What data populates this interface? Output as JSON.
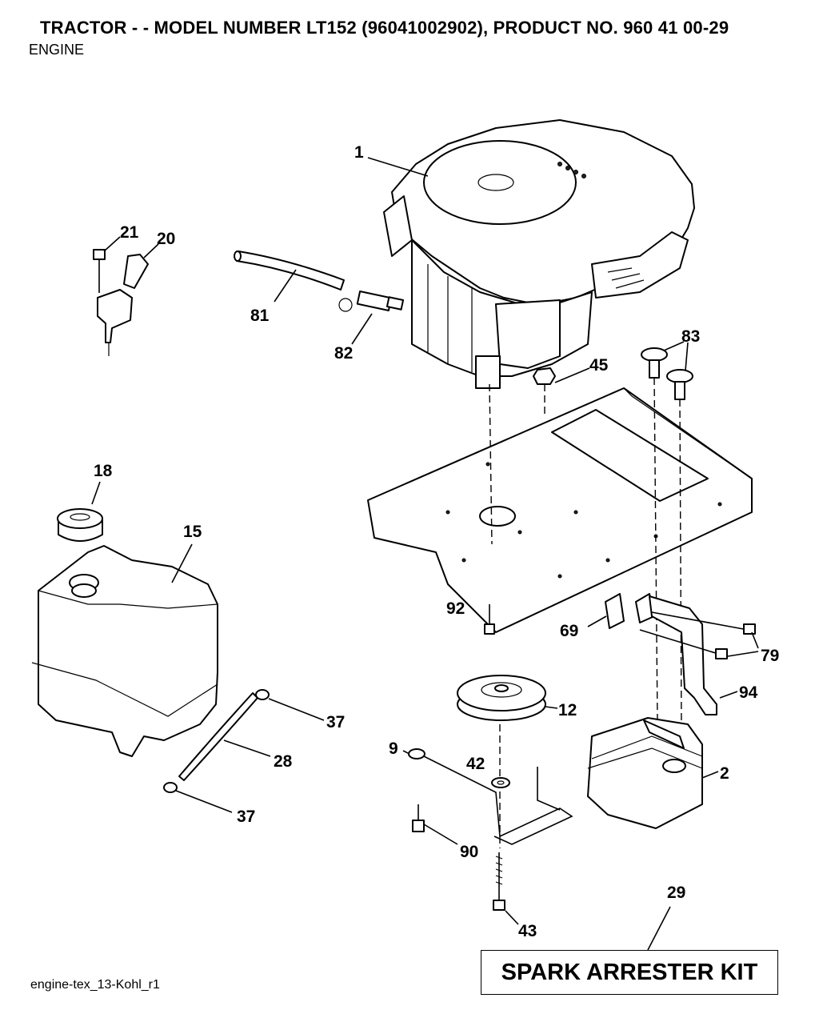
{
  "header": {
    "title": "TRACTOR - - MODEL NUMBER LT152 (96041002902), PRODUCT NO. 960 41 00-29",
    "subtitle": "ENGINE"
  },
  "footer": {
    "drawing_id": "engine-tex_13-Kohl_r1"
  },
  "kit_box": {
    "label": "SPARK ARRESTER KIT"
  },
  "callouts": {
    "c1": "1",
    "c2": "2",
    "c9": "9",
    "c12": "12",
    "c15": "15",
    "c18": "18",
    "c20": "20",
    "c21": "21",
    "c28": "28",
    "c29": "29",
    "c37a": "37",
    "c37b": "37",
    "c42": "42",
    "c43": "43",
    "c45": "45",
    "c69": "69",
    "c79": "79",
    "c81": "81",
    "c82": "82",
    "c83": "83",
    "c90": "90",
    "c92": "92",
    "c94": "94"
  },
  "parts": [
    {
      "id": "engine",
      "callout": "1"
    },
    {
      "id": "muffler",
      "callout": "2"
    },
    {
      "id": "bracket-muffler",
      "callout": "9"
    },
    {
      "id": "pulley",
      "callout": "12"
    },
    {
      "id": "fuel-tank",
      "callout": "15"
    },
    {
      "id": "fuel-cap",
      "callout": "18"
    },
    {
      "id": "throttle-control",
      "callout": "20"
    },
    {
      "id": "screw-throttle",
      "callout": "21"
    },
    {
      "id": "fuel-line",
      "callout": "28"
    },
    {
      "id": "spark-arrester-kit",
      "callout": "29"
    },
    {
      "id": "hose-clamp",
      "callout": "37"
    },
    {
      "id": "washer",
      "callout": "42"
    },
    {
      "id": "bolt-pulley",
      "callout": "43"
    },
    {
      "id": "nut",
      "callout": "45"
    },
    {
      "id": "gasket-exhaust",
      "callout": "69"
    },
    {
      "id": "screw-exhaust",
      "callout": "79"
    },
    {
      "id": "hose",
      "callout": "81"
    },
    {
      "id": "fitting",
      "callout": "82"
    },
    {
      "id": "bolt-engine-mount",
      "callout": "83"
    },
    {
      "id": "screw-bracket",
      "callout": "90"
    },
    {
      "id": "bolt-frame",
      "callout": "92"
    },
    {
      "id": "exhaust-pipe",
      "callout": "94"
    }
  ]
}
